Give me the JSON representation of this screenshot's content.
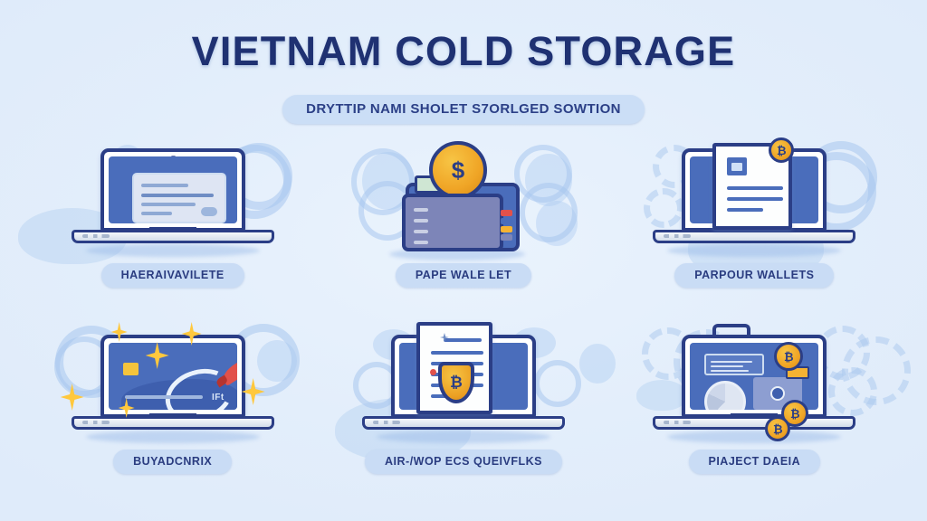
{
  "header": {
    "title": "VIETNAM COLD STORAGE",
    "subtitle": "DRYTTIP NAMI SHOLET S7ORLGED SOWTION"
  },
  "theme": {
    "background": "#e3eefb",
    "navy": "#2b3e86",
    "title_navy": "#1f3172",
    "screen_blue": "#4a6dbb",
    "pill_blue": "#c9dcf5",
    "gold": "#f0a526",
    "red": "#e2514a",
    "spark_yellow": "#ffc83d"
  },
  "cards": [
    {
      "id": "hardware-wallet",
      "label": "HAERAIVAVILETE",
      "icon": "laptop-dialog-icon",
      "screen_text": ""
    },
    {
      "id": "paper-wallet",
      "label": "PAPE WALE LET",
      "icon": "wallet-coin-icon",
      "coin_symbol": "$"
    },
    {
      "id": "parpour-wallets",
      "label": "PARPOUR WALLETS",
      "icon": "laptop-document-coin-icon",
      "coin_symbol": "₿"
    },
    {
      "id": "buyadcnrix",
      "label": "BUYADCNRIX",
      "icon": "laptop-rocket-sparkles-icon",
      "screen_text": "IFt"
    },
    {
      "id": "airdrop-queries",
      "label": "AIR-/WOP ECS QUEIVFLKS",
      "icon": "laptop-document-shield-icon",
      "shield_symbol": "₿"
    },
    {
      "id": "project-data",
      "label": "PIAJECT DAEIA",
      "icon": "laptop-dashboard-coins-icon",
      "coin_symbols": [
        "₿",
        "₿",
        "₿"
      ]
    }
  ]
}
